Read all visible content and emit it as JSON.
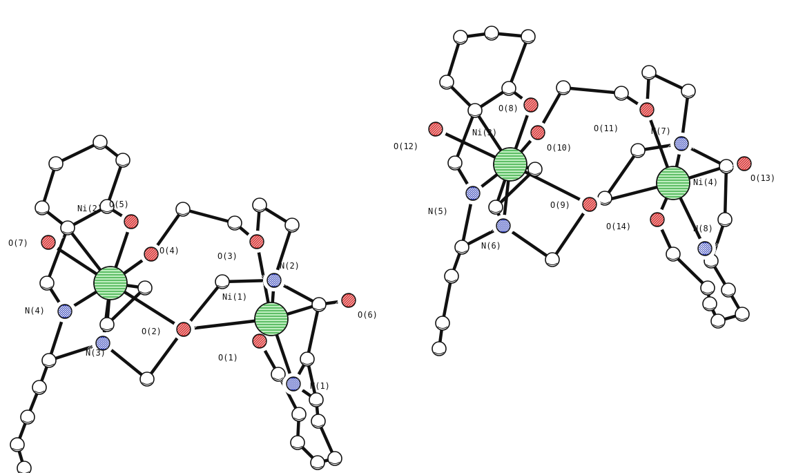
{
  "labels": {
    "ni1": "Ni(1)",
    "ni2": "Ni(2)",
    "ni3": "Ni(3)",
    "ni4": "Ni(4)",
    "n1": "N(1)",
    "n2": "N(2)",
    "n3": "N(3)",
    "n4": "N(4)",
    "n5": "N(5)",
    "n6": "N(6)",
    "n7": "N(7)",
    "n8": "N(8)",
    "o1": "O(1)",
    "o2": "O(2)",
    "o3": "O(3)",
    "o4": "O(4)",
    "o5": "O(5)",
    "o6": "O(6)",
    "o7": "O(7)",
    "o8": "O(8)",
    "o9": "O(9)",
    "o10": "O(10)",
    "o11": "O(11)",
    "o12": "O(12)",
    "o13": "O(13)",
    "o14": "O(14)"
  },
  "colors": {
    "nickel": "#bfeec0",
    "nickel_stripe": "#3fae48",
    "oxygen": "#d93a3a",
    "nitrogen": "#2f3fb8",
    "carbon": "#ffffff",
    "bond": "#111111"
  }
}
